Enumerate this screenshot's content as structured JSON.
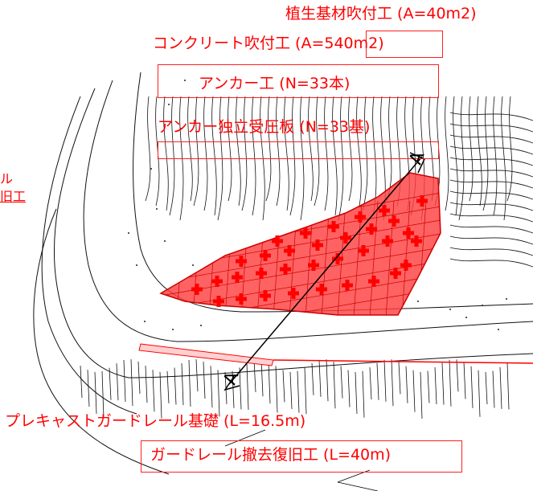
{
  "labels": {
    "seed_spray": "植生基材吹付工 (A=40m2)",
    "concrete_spray": "コンクリート吹付工 (A=540m2)",
    "anchor": "アンカー工 (N=33本)",
    "anchor_plate": "アンカー独立受圧板 (N=33基)",
    "precast_guardrail": "プレキャストガードレール基礎 (L=16.5m)",
    "guardrail_removal": "ガードレール撤去復旧工 (L=40m)",
    "section_mark": "A",
    "left_edge_top": "ル",
    "left_edge_bottom": "旧工"
  },
  "colors": {
    "annotation": "#ff0000",
    "slope_fill": "#ff4040",
    "linework": "#000000"
  }
}
